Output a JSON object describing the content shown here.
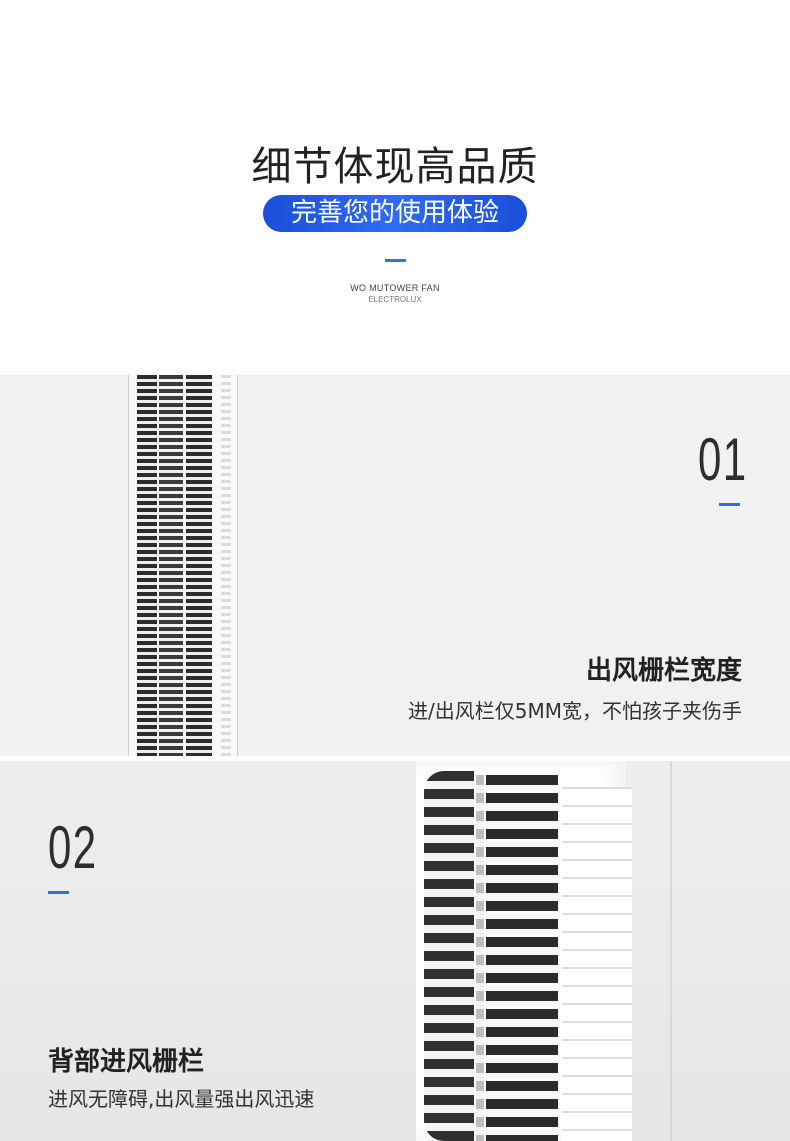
{
  "header": {
    "title": "细节体现高品质",
    "subtitle": "完善您的使用体验",
    "english_line1": "WO MUTOWER FAN",
    "english_line2": "ELECTROLUX",
    "accent_color": "#2f6ce0"
  },
  "sections": [
    {
      "number": "01",
      "title": "出风栅栏宽度",
      "description": "进/出风栏仅5MM宽，不怕孩子夹伤手"
    },
    {
      "number": "02",
      "title": "背部进风栅栏",
      "description": "进风无障碍,出风量强出风迅速"
    }
  ]
}
